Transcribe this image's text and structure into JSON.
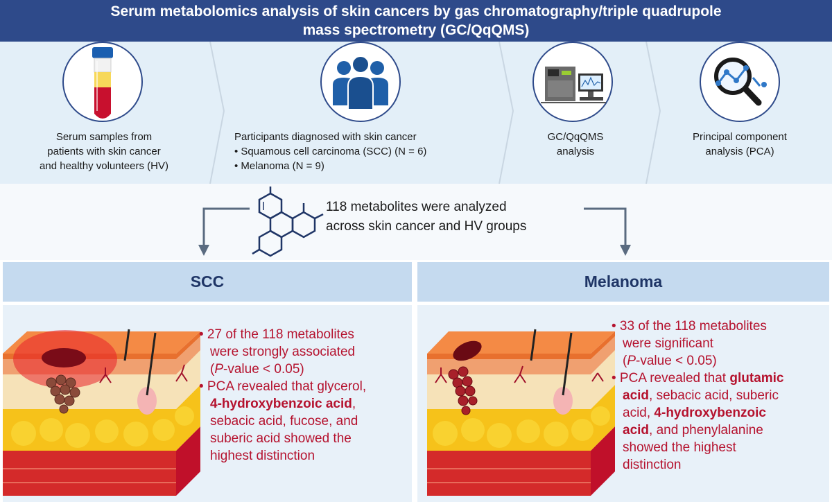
{
  "header": {
    "title_line1": "Serum metabolomics analysis of skin cancers by gas chromatography/triple quadrupole",
    "title_line2": "mass spectrometry (GC/QqQMS)"
  },
  "steps": {
    "serum": {
      "icon": "blood-tube-icon",
      "lines": [
        "Serum samples from",
        "patients with skin cancer",
        "and healthy volunteers (HV)"
      ]
    },
    "participants": {
      "icon": "people-group-icon",
      "lines": [
        "Participants diagnosed with skin cancer",
        "• Squamous cell carcinoma (SCC) (N = 6)",
        "• Melanoma (N = 9)"
      ]
    },
    "gc": {
      "icon": "gc-ms-instrument-icon",
      "lines": [
        "GC/QqQMS",
        "analysis"
      ]
    },
    "pca": {
      "icon": "magnifier-chart-icon",
      "lines": [
        "Principal component",
        "analysis (PCA)"
      ]
    }
  },
  "middle": {
    "icon": "molecule-structure-icon",
    "lines": [
      "118 metabolites were analyzed",
      "across skin cancer and HV groups"
    ]
  },
  "groups": {
    "scc": {
      "title": "SCC",
      "b1": [
        "• 27 of the 118 metabolites",
        "were strongly associated",
        "(",
        "P",
        "-value < 0.05)"
      ],
      "b2": {
        "l1": "• PCA revealed that glycerol,",
        "l2_bold": "4-hydroxybenzoic acid",
        "l2_rest": ",",
        "l3": "sebacic acid, fucose, and",
        "l4": "suberic acid showed the",
        "l5": "highest distinction"
      }
    },
    "melanoma": {
      "title": "Melanoma",
      "b1": [
        "• 33 of the 118 metabolites",
        "were significant",
        "(",
        "P",
        "-value < 0.05)"
      ],
      "b2": {
        "l1_pre": "• PCA revealed that ",
        "l1_bold": "glutamic",
        "l2_bold": "acid",
        "l2_rest": ", sebacic acid, suberic",
        "l3_pre": "acid, ",
        "l3_bold": "4-hydroxybenzoic",
        "l4_bold": "acid",
        "l4_rest": ", and phenylalanine",
        "l5": "showed the highest",
        "l6": "distinction"
      }
    }
  },
  "colors": {
    "header_bg": "#2e4a8a",
    "accent_red": "#b5122e",
    "group_header_bg": "#c5daef",
    "group_title": "#1f3566"
  }
}
